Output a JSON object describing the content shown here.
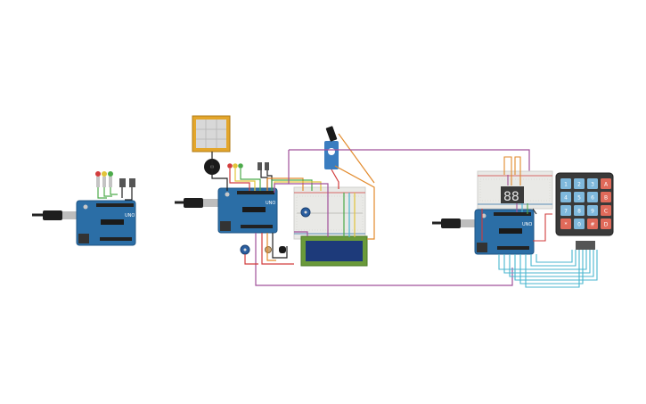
{
  "colors": {
    "board": "#2b6ea6",
    "board_dark": "#1f5585",
    "breadboard": "#e9e9e6",
    "wire_red": "#d23c3c",
    "wire_purple": "#a0509a",
    "wire_orange": "#e28a2c",
    "wire_green": "#4caa4a",
    "wire_cyan": "#48b6cf",
    "wire_yellow": "#e2c43a",
    "keypad_body": "#3a3a3a",
    "keypad_key": "#7fb8dc",
    "keypad_key_accent": "#e06a5a",
    "lcd_screen": "#1d3a7a",
    "matrix_frame": "#e3a62c"
  },
  "components": {
    "boards": [
      {
        "name": "arduino-uno-1",
        "label": "UNO"
      },
      {
        "name": "arduino-uno-2",
        "label": "UNO"
      },
      {
        "name": "arduino-uno-3",
        "label": "UNO"
      }
    ],
    "leds": [
      {
        "color": "#d23c3c"
      },
      {
        "color": "#e2c43a"
      },
      {
        "color": "#4caa4a"
      }
    ],
    "seven_segment_digits": "88",
    "keypad_keys": [
      "1",
      "2",
      "3",
      "A",
      "4",
      "5",
      "6",
      "B",
      "7",
      "8",
      "9",
      "C",
      "*",
      "0",
      "#",
      "D"
    ],
    "icons": {
      "usb_cable": "usb-cable-icon",
      "buzzer": "buzzer-icon",
      "servo": "servo-icon",
      "potentiometer": "potentiometer-icon",
      "temp_sensor": "temperature-sensor-icon",
      "pushbutton": "pushbutton-icon"
    }
  }
}
